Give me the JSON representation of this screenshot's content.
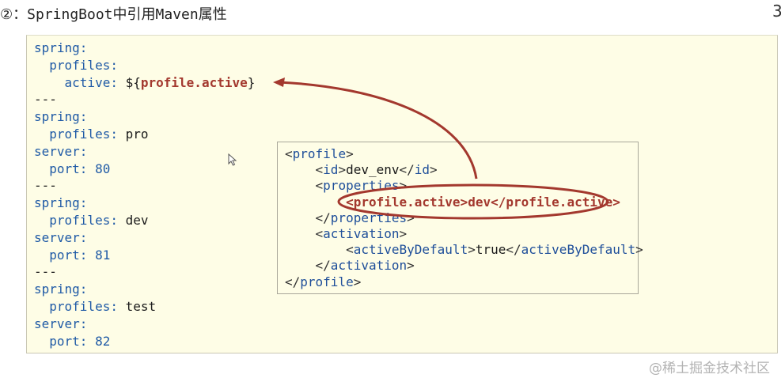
{
  "heading": {
    "marker": "②：",
    "text_prefix": "SpringBoot",
    "text_cjk_1": "中引用",
    "text_maven": "Maven",
    "text_cjk_2": "属性"
  },
  "corner_glyph": "3",
  "yaml": {
    "lines": [
      {
        "indent": "",
        "key": "spring:",
        "value": ""
      },
      {
        "indent": "  ",
        "key": "profiles:",
        "value": ""
      },
      {
        "indent": "    ",
        "key": "active:",
        "value_prefix": " ${",
        "value_ref": "profile.active",
        "value_suffix": "}"
      },
      {
        "indent": "",
        "key": "---",
        "value": ""
      },
      {
        "indent": "",
        "key": "spring:",
        "value": ""
      },
      {
        "indent": "  ",
        "key": "profiles:",
        "value": " pro"
      },
      {
        "indent": "",
        "key": "server:",
        "value": ""
      },
      {
        "indent": "  ",
        "key": "port:",
        "value": " 80"
      },
      {
        "indent": "",
        "key": "---",
        "value": ""
      },
      {
        "indent": "",
        "key": "spring:",
        "value": ""
      },
      {
        "indent": "  ",
        "key": "profiles:",
        "value": " dev"
      },
      {
        "indent": "",
        "key": "server:",
        "value": ""
      },
      {
        "indent": "  ",
        "key": "port:",
        "value": " 81"
      },
      {
        "indent": "",
        "key": "---",
        "value": ""
      },
      {
        "indent": "",
        "key": "spring:",
        "value": ""
      },
      {
        "indent": "  ",
        "key": "profiles:",
        "value": " test"
      },
      {
        "indent": "",
        "key": "server:",
        "value": ""
      },
      {
        "indent": "  ",
        "key": "port:",
        "value": " 82"
      }
    ]
  },
  "xml": {
    "profile_open": "profile",
    "id_tag": "id",
    "id_value": "dev_env",
    "properties_tag": "properties",
    "profile_active_tag": "profile.active",
    "profile_active_value": "dev",
    "activation_tag": "activation",
    "active_by_default_tag": "activeByDefault",
    "active_by_default_value": "true"
  },
  "annotation": {
    "color": "#a3382e",
    "description": "arrow from highlighted <profile.active>dev</profile.active> to ${profile.active}"
  },
  "watermark": "@稀土掘金技术社区"
}
